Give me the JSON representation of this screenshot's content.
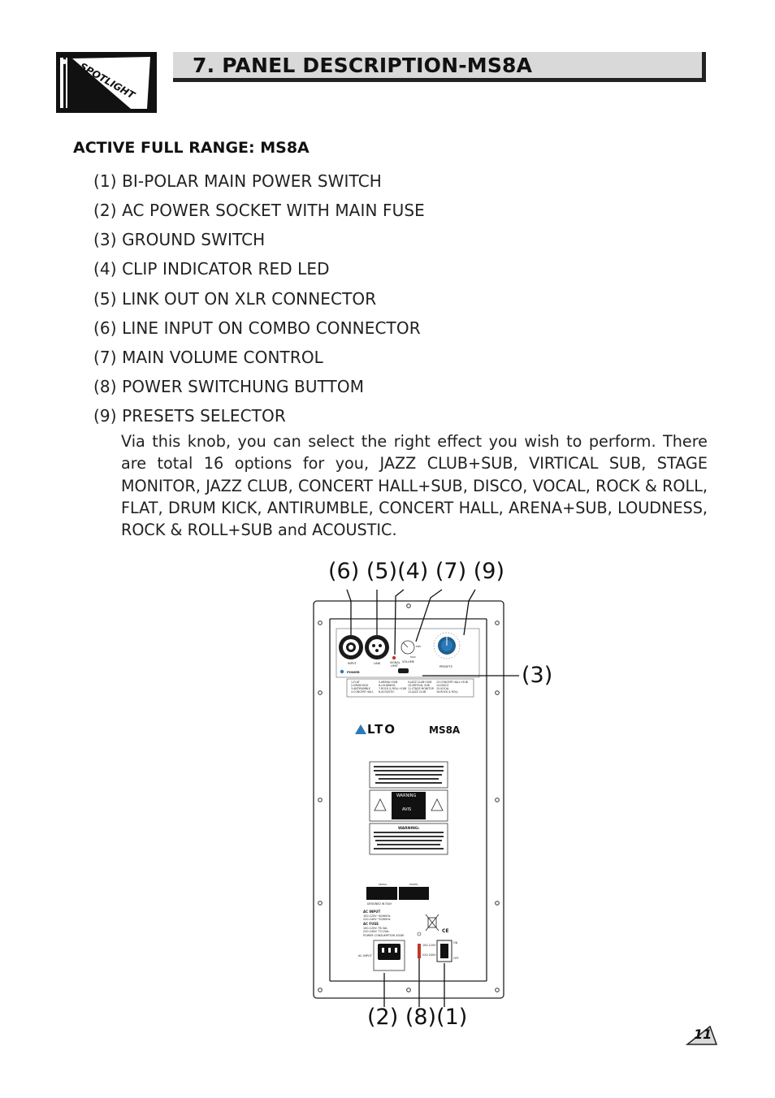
{
  "header": {
    "logo_text": "SPOTLIGHT",
    "title": "7. PANEL DESCRIPTION-MS8A"
  },
  "section_heading": "ACTIVE FULL RANGE: MS8A",
  "items": [
    "(1) BI-POLAR MAIN POWER SWITCH",
    "(2) AC POWER SOCKET WITH MAIN FUSE",
    "(3) GROUND SWITCH",
    "(4) CLIP INDICATOR RED LED",
    "(5) LINK OUT ON XLR CONNECTOR",
    "(6) LINE INPUT ON COMBO CONNECTOR",
    "(7) MAIN VOLUME CONTROL",
    "(8) POWER SWITCHUNG BUTTOM",
    "(9) PRESETS SELECTOR"
  ],
  "presets_description": "Via this knob, you can select the right effect you wish to perform. There are total 16 options for you, JAZZ CLUB+SUB, VIRTICAL SUB, STAGE MONITOR, JAZZ CLUB, CONCERT HALL+SUB, DISCO, VOCAL, ROCK & ROLL, FLAT, DRUM KICK, ANTIRUMBLE,  CONCERT HALL, ARENA+SUB, LOUDNESS, ROCK &  ROLL+SUB and ACOUSTIC.",
  "callouts": {
    "top": "(6) (5)(4) (7) (9)",
    "right": "(3)",
    "bottom": "(2) (8)(1)"
  },
  "panel": {
    "brand": "LTO",
    "model": "MS8A",
    "input_label": "INPUT",
    "link_label": "LINK",
    "signal_label": "SIGNAL",
    "limit_label": "LIMIT",
    "power_label": "POWER",
    "volume_label": "VOLUME",
    "presets_label": "PRESETS",
    "min_label": "MIN",
    "max_label": "MAX",
    "presets_list": [
      "1-FLAT",
      "2-DRUM KICK",
      "3-ANTIRUMBLE",
      "4-CONCERT HALL",
      "5-ARENA+SUB",
      "6-LOUDNESS",
      "7-ROCK & ROLL+SUB",
      "8-ACOUSTIC",
      "9-JAZZ CLUB+SUB",
      "10-VIRTICAL SUB",
      "11-STAGE MONITOR",
      "12-JAZZ CLUB",
      "13-CONCERT HALL+SUB",
      "14-DISCO",
      "15-VOCAL",
      "16-ROCK & ROLL"
    ],
    "warning_label": "WARNING",
    "avis_label": "AVIS",
    "caution_label": "WARNING:",
    "designed_label": "DESIGNED IN ITALY",
    "serial_label": "SERIAL",
    "model_label": "MODEL",
    "ac_input_label": "AC INPUT",
    "ac_input_lines": [
      "100-120V~60/60Hz",
      "220-240V~50/60Hz"
    ],
    "ac_fuse_label": "AC FUSE",
    "ac_fuse_lines": [
      "100-120V: T6.3AL",
      "220-240V: T3.15AL"
    ],
    "power_consumption": "POWER CONSUMPTION 300W",
    "socket_label": "AC INPUT",
    "voltage_115": "100-120V",
    "voltage_230": "220-240V",
    "on_label": "ON",
    "off_label": "OFF",
    "ce_label": "CE"
  },
  "page_number": "11"
}
